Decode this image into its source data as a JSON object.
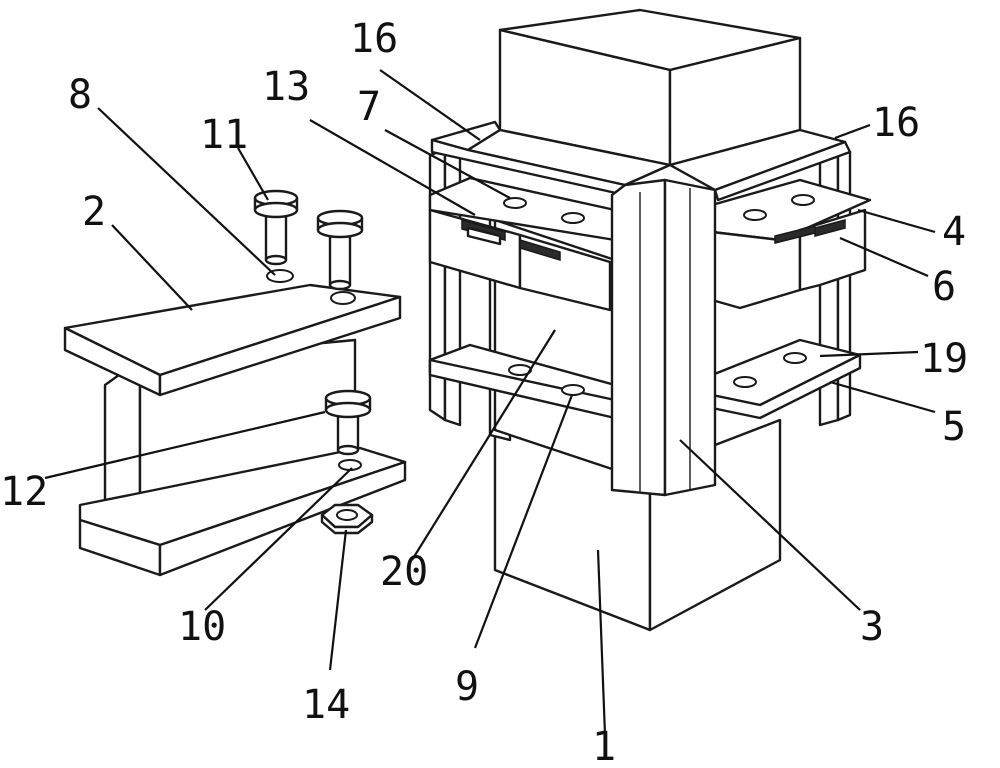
{
  "labels": [
    "1",
    "2",
    "3",
    "4",
    "5",
    "6",
    "7",
    "8",
    "9",
    "10",
    "11",
    "12",
    "13",
    "14",
    "16",
    "16",
    "19",
    "20"
  ]
}
